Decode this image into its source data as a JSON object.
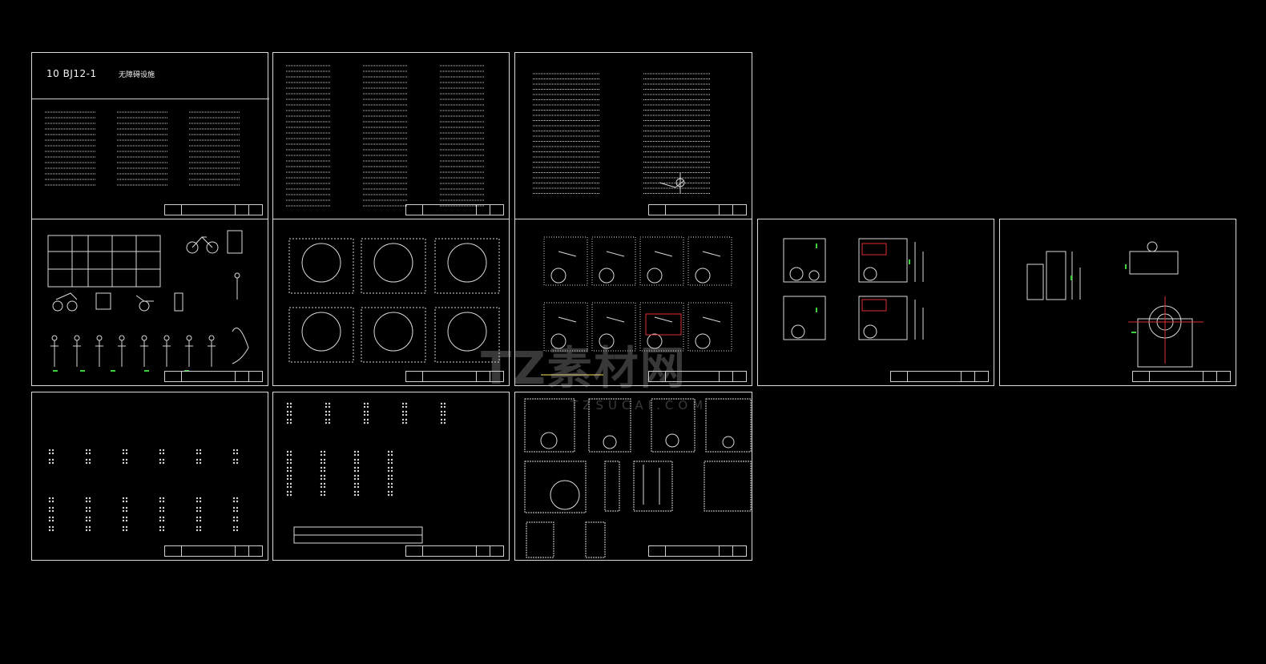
{
  "canvas": {
    "background": "#000000",
    "line_color": "#e6e6e6",
    "accent_yellow": "#ffe25a",
    "accent_green": "#3cd23c",
    "accent_red": "#e03030"
  },
  "cover": {
    "atlas_code": "10 BJ12-1",
    "atlas_name": "无障碍设施"
  },
  "watermark": {
    "brand": "TZ素材网",
    "domain": "TZSUCAI.COM"
  }
}
